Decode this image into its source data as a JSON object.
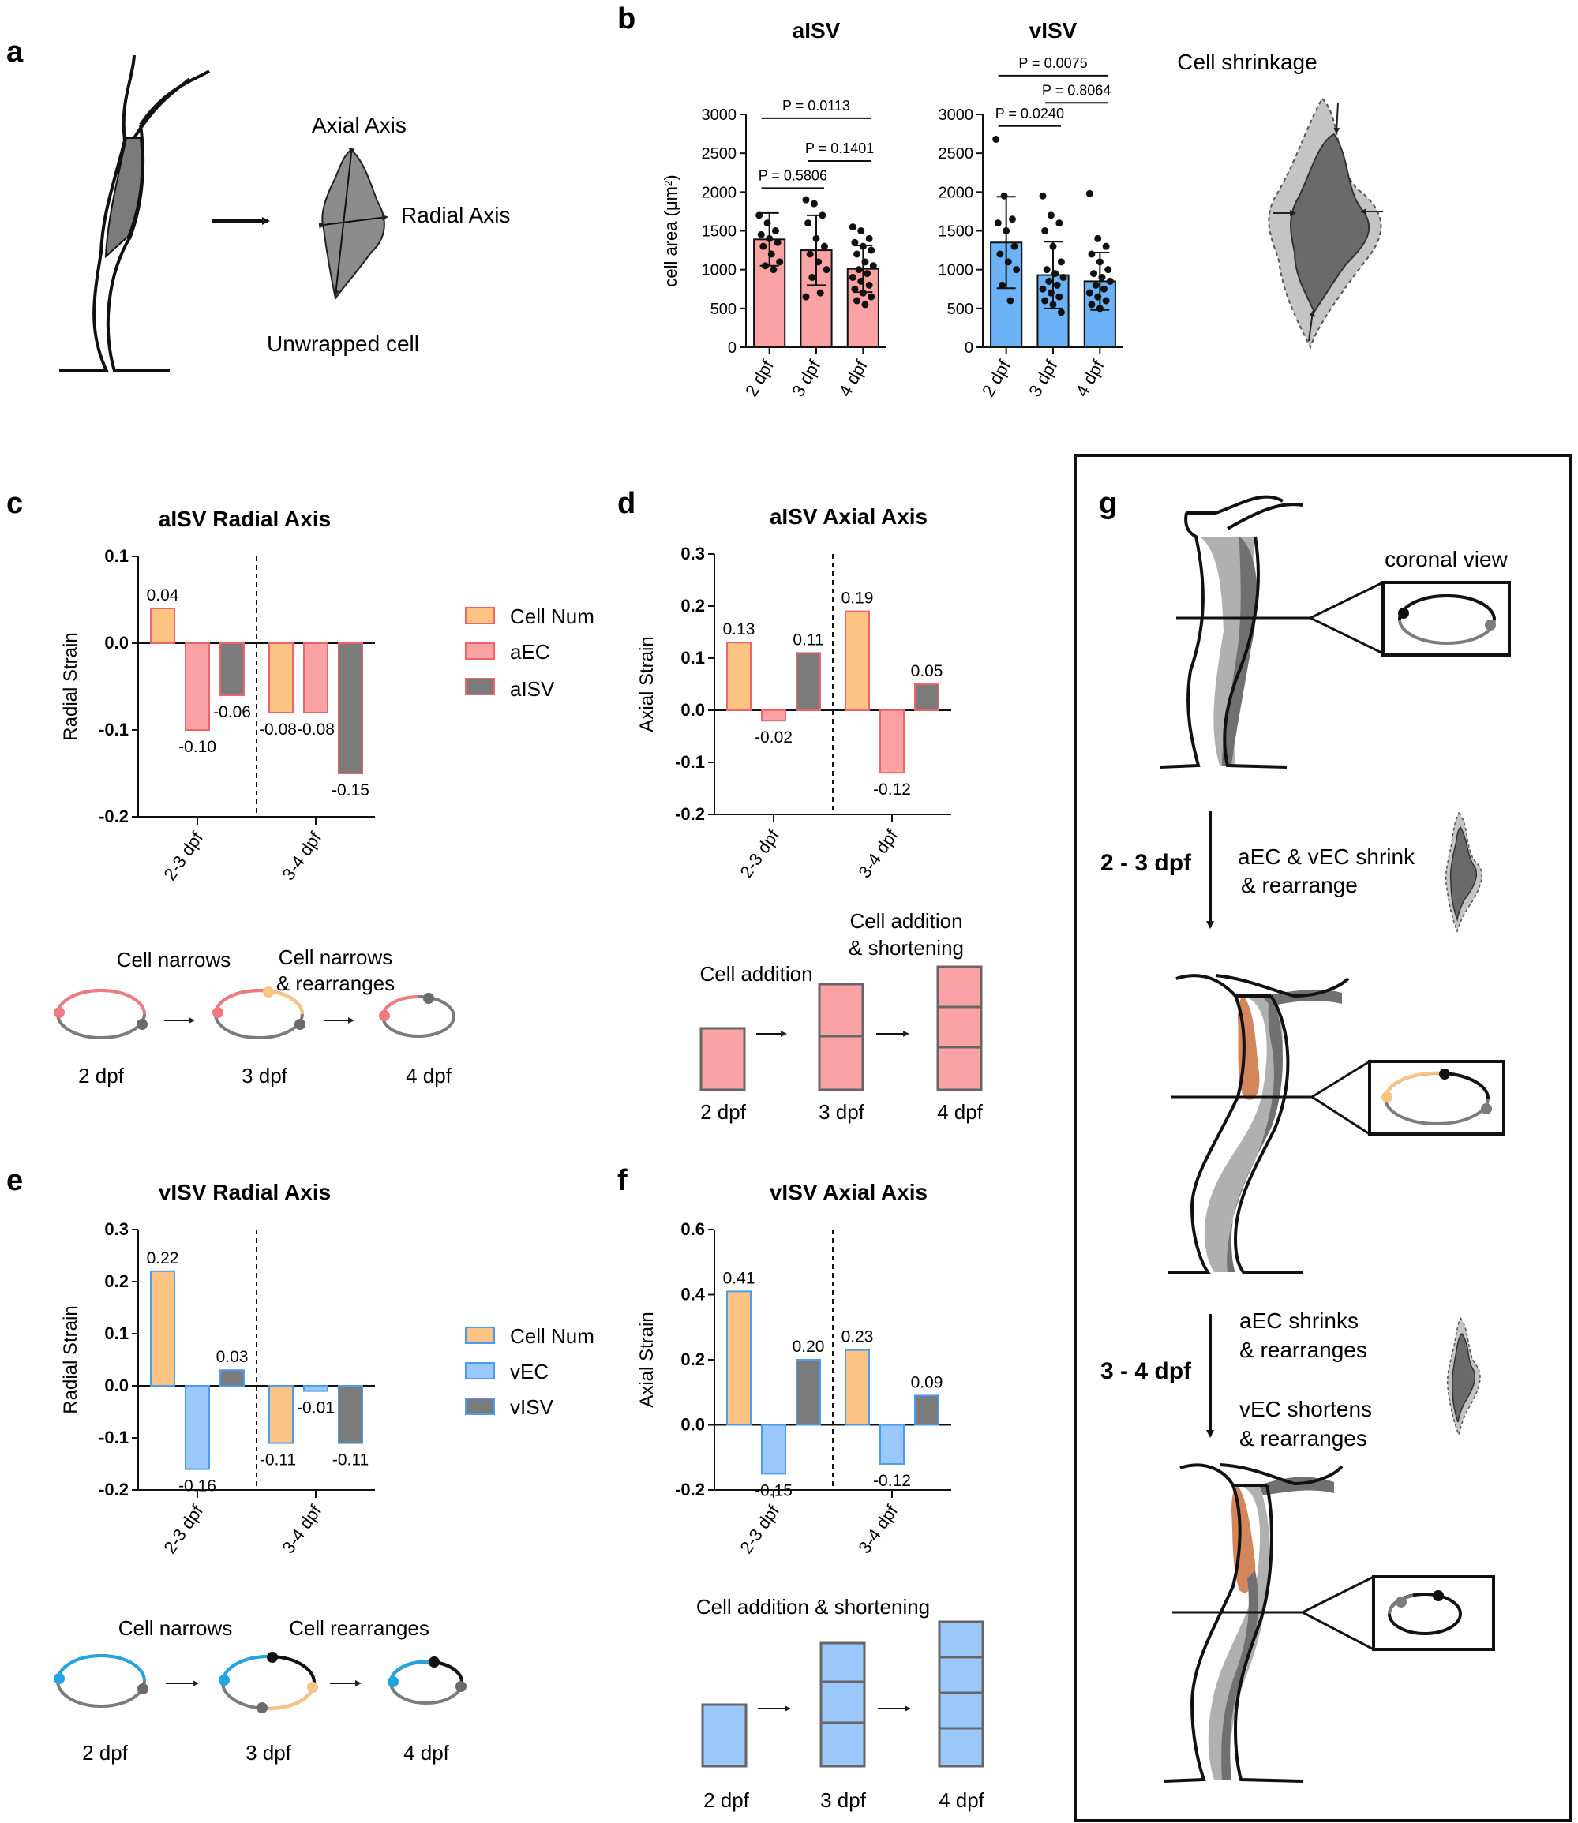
{
  "panels": {
    "a": "a",
    "b": "b",
    "c": "c",
    "d": "d",
    "e": "e",
    "f": "f",
    "g": "g"
  },
  "colors": {
    "cellnum_fill": "#fdc383",
    "aec_fill": "#fba3a4",
    "aec_edge": "#f0636a",
    "vec_fill": "#9cc7fa",
    "vec_edge": "#4a9ded",
    "isv_fill": "#7b7b7b",
    "bar_a": "#fba3a4",
    "bar_v": "#6cb2f7",
    "cell_dark": "#707070",
    "cell_light": "#c4c4c4",
    "orange": "#d3855b",
    "vessel_grey": "#aaaaaa"
  },
  "panel_a": {
    "axial_label": "Axial Axis",
    "radial_label": "Radial Axis",
    "cell_label": "Unwrapped cell"
  },
  "panel_b_shrink_title": "Cell shrinkage",
  "chart_data": [
    {
      "id": "b1",
      "type": "bar",
      "title": "aISV",
      "ylabel": "cell area (μm²)",
      "categories": [
        "2 dpf",
        "3 dpf",
        "4 dpf"
      ],
      "values": [
        1390,
        1250,
        1010
      ],
      "sd": [
        340,
        450,
        300
      ],
      "ylim": [
        0,
        3000
      ],
      "yticks": [
        "0",
        "500",
        "1000",
        "1500",
        "2000",
        "2500",
        "3000"
      ],
      "points": [
        [
          1700,
          1600,
          1500,
          1450,
          1400,
          1350,
          1300,
          1200,
          1100,
          1050,
          1000
        ],
        [
          1900,
          1850,
          1700,
          1600,
          1400,
          1300,
          1200,
          1100,
          1000,
          900,
          700,
          650
        ],
        [
          1550,
          1500,
          1400,
          1350,
          1300,
          1250,
          1200,
          1100,
          1050,
          1000,
          950,
          900,
          850,
          800,
          750,
          700,
          650,
          600,
          550
        ]
      ],
      "pvalues": [
        {
          "from": 0,
          "to": 2,
          "y": 2950,
          "label": "P = 0.0113"
        },
        {
          "from": 1,
          "to": 2,
          "y": 2400,
          "label": "P = 0.1401"
        },
        {
          "from": 0,
          "to": 1,
          "y": 2050,
          "label": "P = 0.5806"
        }
      ]
    },
    {
      "id": "b2",
      "type": "bar",
      "title": "vISV",
      "categories": [
        "2 dpf",
        "3 dpf",
        "4 dpf"
      ],
      "values": [
        1350,
        930,
        850
      ],
      "sd": [
        590,
        430,
        370
      ],
      "ylim": [
        0,
        3000
      ],
      "yticks": [
        "0",
        "500",
        "1000",
        "1500",
        "2000",
        "2500",
        "3000"
      ],
      "points": [
        [
          2680,
          1950,
          1650,
          1600,
          1500,
          1300,
          1200,
          1100,
          1000,
          800,
          600
        ],
        [
          1950,
          1700,
          1600,
          1500,
          1300,
          1100,
          1000,
          950,
          900,
          850,
          800,
          750,
          700,
          650,
          600,
          550,
          450
        ],
        [
          1980,
          1400,
          1300,
          1200,
          1100,
          1000,
          950,
          900,
          850,
          800,
          750,
          700,
          650,
          600,
          550,
          500
        ]
      ],
      "pvalues": [
        {
          "from": 0,
          "to": 2,
          "y": 3500,
          "label": "P = 0.0075"
        },
        {
          "from": 1,
          "to": 2,
          "y": 3150,
          "label": "P = 0.8064"
        },
        {
          "from": 0,
          "to": 1,
          "y": 2850,
          "label": "P = 0.0240"
        }
      ]
    },
    {
      "id": "c",
      "type": "bar",
      "title": "aISV Radial Axis",
      "ylabel": "Radial Strain",
      "categories": [
        "2-3 dpf",
        "3-4 dpf"
      ],
      "series": [
        {
          "name": "Cell Num",
          "values": [
            0.04,
            -0.08
          ]
        },
        {
          "name": "aEC",
          "values": [
            -0.1,
            -0.08
          ]
        },
        {
          "name": "aISV",
          "values": [
            -0.06,
            -0.15
          ]
        }
      ],
      "labels": [
        [
          "0.04",
          "-0.10",
          "-0.06"
        ],
        [
          "-0.08",
          "-0.08",
          "-0.15"
        ]
      ],
      "ylim": [
        -0.2,
        0.1
      ],
      "yticks": [
        "0.1",
        "0.0",
        "-0.1",
        "-0.2"
      ]
    },
    {
      "id": "d",
      "type": "bar",
      "title": "aISV Axial Axis",
      "ylabel": "Axial Strain",
      "categories": [
        "2-3 dpf",
        "3-4 dpf"
      ],
      "series": [
        {
          "name": "Cell Num",
          "values": [
            0.13,
            0.19
          ]
        },
        {
          "name": "aEC",
          "values": [
            -0.02,
            -0.12
          ]
        },
        {
          "name": "aISV",
          "values": [
            0.11,
            0.05
          ]
        }
      ],
      "labels": [
        [
          "0.13",
          "-0.02",
          "0.11"
        ],
        [
          "0.19",
          "-0.12",
          "0.05"
        ]
      ],
      "ylim": [
        -0.2,
        0.3
      ],
      "yticks": [
        "0.3",
        "0.2",
        "0.1",
        "0.0",
        "-0.1",
        "-0.2"
      ]
    },
    {
      "id": "e",
      "type": "bar",
      "title": "vISV Radial Axis",
      "ylabel": "Radial Strain",
      "categories": [
        "2-3 dpf",
        "3-4 dpf"
      ],
      "series": [
        {
          "name": "Cell Num",
          "values": [
            0.22,
            -0.11
          ]
        },
        {
          "name": "vEC",
          "values": [
            -0.16,
            -0.01
          ]
        },
        {
          "name": "vISV",
          "values": [
            0.03,
            -0.11
          ]
        }
      ],
      "labels": [
        [
          "0.22",
          "-0.16",
          "0.03"
        ],
        [
          "-0.11",
          "-0.01",
          "-0.11"
        ]
      ],
      "ylim": [
        -0.2,
        0.3
      ],
      "yticks": [
        "0.3",
        "0.2",
        "0.1",
        "0.0",
        "-0.1",
        "-0.2"
      ]
    },
    {
      "id": "f",
      "type": "bar",
      "title": "vISV Axial Axis",
      "ylabel": "Axial Strain",
      "categories": [
        "2-3 dpf",
        "3-4 dpf"
      ],
      "series": [
        {
          "name": "Cell Num",
          "values": [
            0.41,
            0.23
          ]
        },
        {
          "name": "vEC",
          "values": [
            -0.15,
            -0.12
          ]
        },
        {
          "name": "vISV",
          "values": [
            0.2,
            0.09
          ]
        }
      ],
      "labels": [
        [
          "0.41",
          "-0.15",
          "0.20"
        ],
        [
          "0.23",
          "-0.12",
          "0.09"
        ]
      ],
      "ylim": [
        -0.2,
        0.6
      ],
      "yticks": [
        "0.6",
        "0.4",
        "0.2",
        "0.0",
        "-0.2"
      ]
    }
  ],
  "legend_c": [
    "Cell Num",
    "aEC",
    "aISV"
  ],
  "legend_e": [
    "Cell Num",
    "vEC",
    "vISV"
  ],
  "schematic_c": {
    "step1": "Cell narrows",
    "step2a": "Cell narrows",
    "step2b": "& rearranges",
    "d2": "2 dpf",
    "d3": "3 dpf",
    "d4": "4 dpf"
  },
  "schematic_d": {
    "step1": "Cell addition",
    "step2a": "Cell addition",
    "step2b": "& shortening",
    "d2": "2 dpf",
    "d3": "3 dpf",
    "d4": "4 dpf"
  },
  "schematic_e": {
    "step1": "Cell narrows",
    "step2": "Cell rearranges",
    "d2": "2 dpf",
    "d3": "3 dpf",
    "d4": "4 dpf"
  },
  "schematic_f": {
    "title": "Cell addition & shortening",
    "d2": "2 dpf",
    "d3": "3 dpf",
    "d4": "4 dpf"
  },
  "panel_g": {
    "coronal": "coronal view",
    "stage1": "2 - 3 dpf",
    "stage1_desc_a": "aEC & vEC shrink",
    "stage1_desc_b": "& rearrange",
    "stage2": "3 - 4 dpf",
    "stage2_desc_a": "aEC shrinks",
    "stage2_desc_b": "& rearranges",
    "stage2_desc_c": "vEC shortens",
    "stage2_desc_d": "& rearranges"
  }
}
